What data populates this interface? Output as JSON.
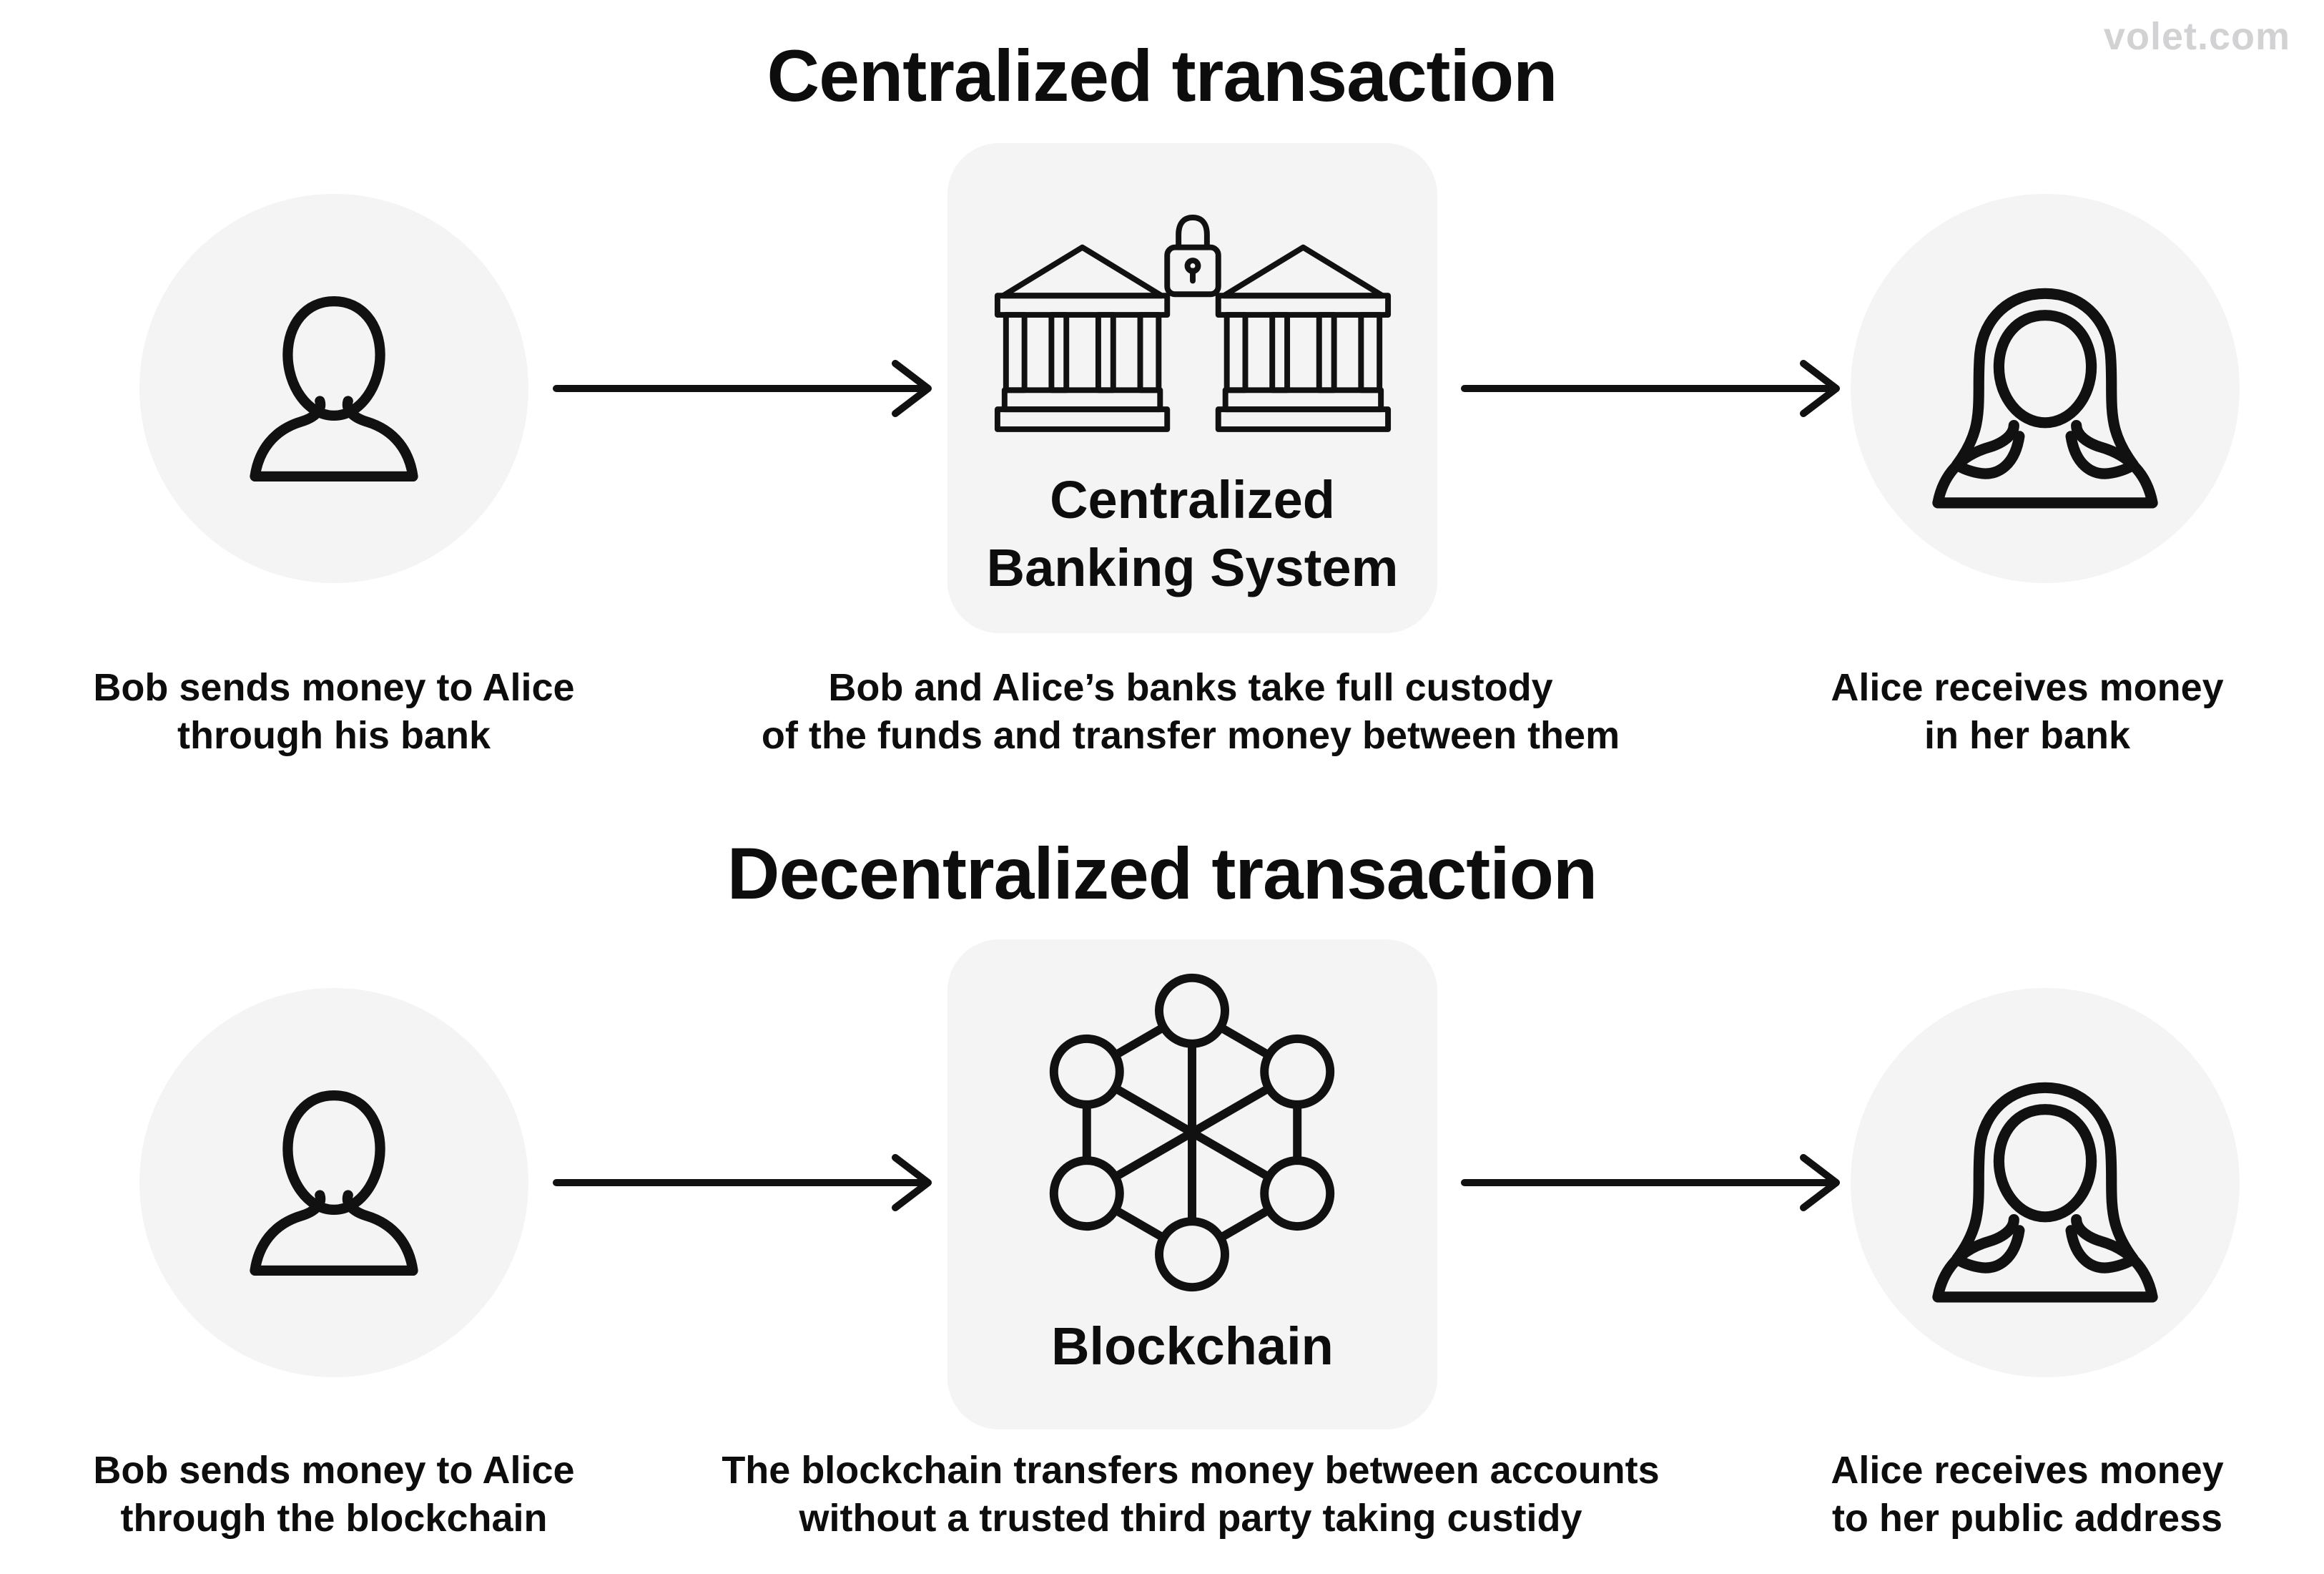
{
  "page": {
    "watermark": "volet.com",
    "colors": {
      "background": "#ffffff",
      "panel": "#f4f4f5",
      "line": "#111111",
      "text": "#0d0d0d",
      "watermark": "#d2d2d4"
    },
    "icons": {
      "sender": "person-icon",
      "receiver": "woman-icon",
      "centralized_hub": "bank-buildings-lock-icon",
      "decentralized_hub": "network-nodes-icon",
      "flow": "arrow-right-icon"
    }
  },
  "sections": [
    {
      "title": "Centralized transaction",
      "sender_caption": [
        "Bob sends money to Alice",
        "through his bank"
      ],
      "hub_label": [
        "Centralized",
        "Banking System"
      ],
      "hub_caption": [
        "Bob and Alice’s banks take full custody",
        "of the funds and transfer money between them"
      ],
      "receiver_caption": [
        "Alice receives money",
        "in her bank"
      ]
    },
    {
      "title": "Decentralized transaction",
      "sender_caption": [
        "Bob sends money to Alice",
        "through the blockchain"
      ],
      "hub_label": [
        "Blockchain"
      ],
      "hub_caption": [
        "The blockchain transfers money between accounts",
        "without a trusted third party taking custidy"
      ],
      "receiver_caption": [
        "Alice receives money",
        "to her public address"
      ]
    }
  ]
}
